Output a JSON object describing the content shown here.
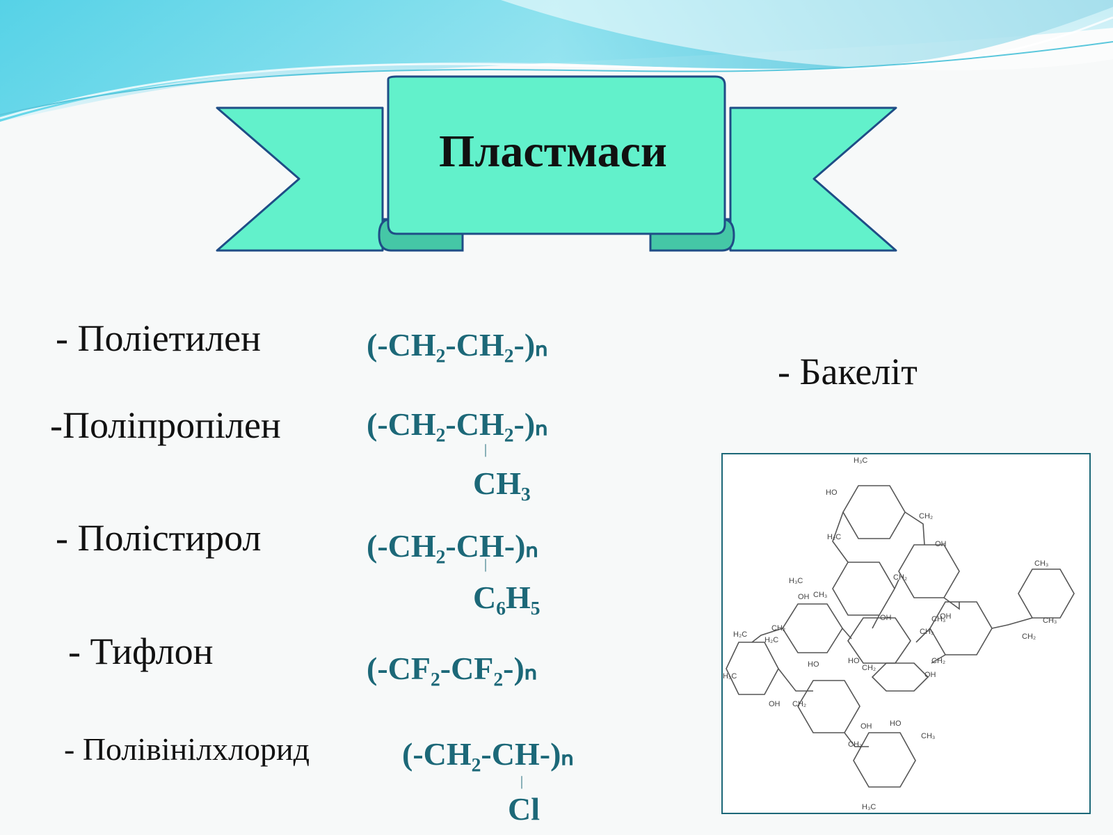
{
  "slide": {
    "title": "Пластмаси"
  },
  "polymers": [
    {
      "name": "- Поліетилен",
      "formula": "(-CH₂-CH₂-)ₙ",
      "substituent": ""
    },
    {
      "name": "-Поліпропілен",
      "formula": "(-CH₂-CH₂-)ₙ",
      "substituent": "CH₃"
    },
    {
      "name": "- Полістирол",
      "formula": "(-CH₂-CH-)ₙ",
      "substituent": "C₆H₅"
    },
    {
      "name": "- Тифлон",
      "formula": "(-CF₂-CF₂-)ₙ",
      "substituent": ""
    },
    {
      "name": "- Полівінілхлорид",
      "formula": "(-CH₂-CH-)ₙ",
      "substituent": "Cl"
    }
  ],
  "bakelite": {
    "label": "- Бакеліт",
    "structure_labels": [
      "H₃C",
      "HO",
      "CH₂",
      "H₂C",
      "OH",
      "CH₃",
      "CH₂",
      "OH",
      "H₃C",
      "CH₃",
      "OH",
      "H₂C",
      "CH₂",
      "OH",
      "HO",
      "CH₃",
      "CH₂",
      "HO",
      "CH₂",
      "OH",
      "CH₃",
      "H₂C",
      "H₃C",
      "OH",
      "CH₂",
      "HO",
      "CH₂",
      "CH₃",
      "OH",
      "CH₃",
      "H₃C",
      "CH₂"
    ]
  },
  "colors": {
    "accent": "#1c6878",
    "ribbon_fill": "#62f1cb",
    "ribbon_stroke": "#1f4d86",
    "ribbon_shade": "#45c7a6"
  }
}
